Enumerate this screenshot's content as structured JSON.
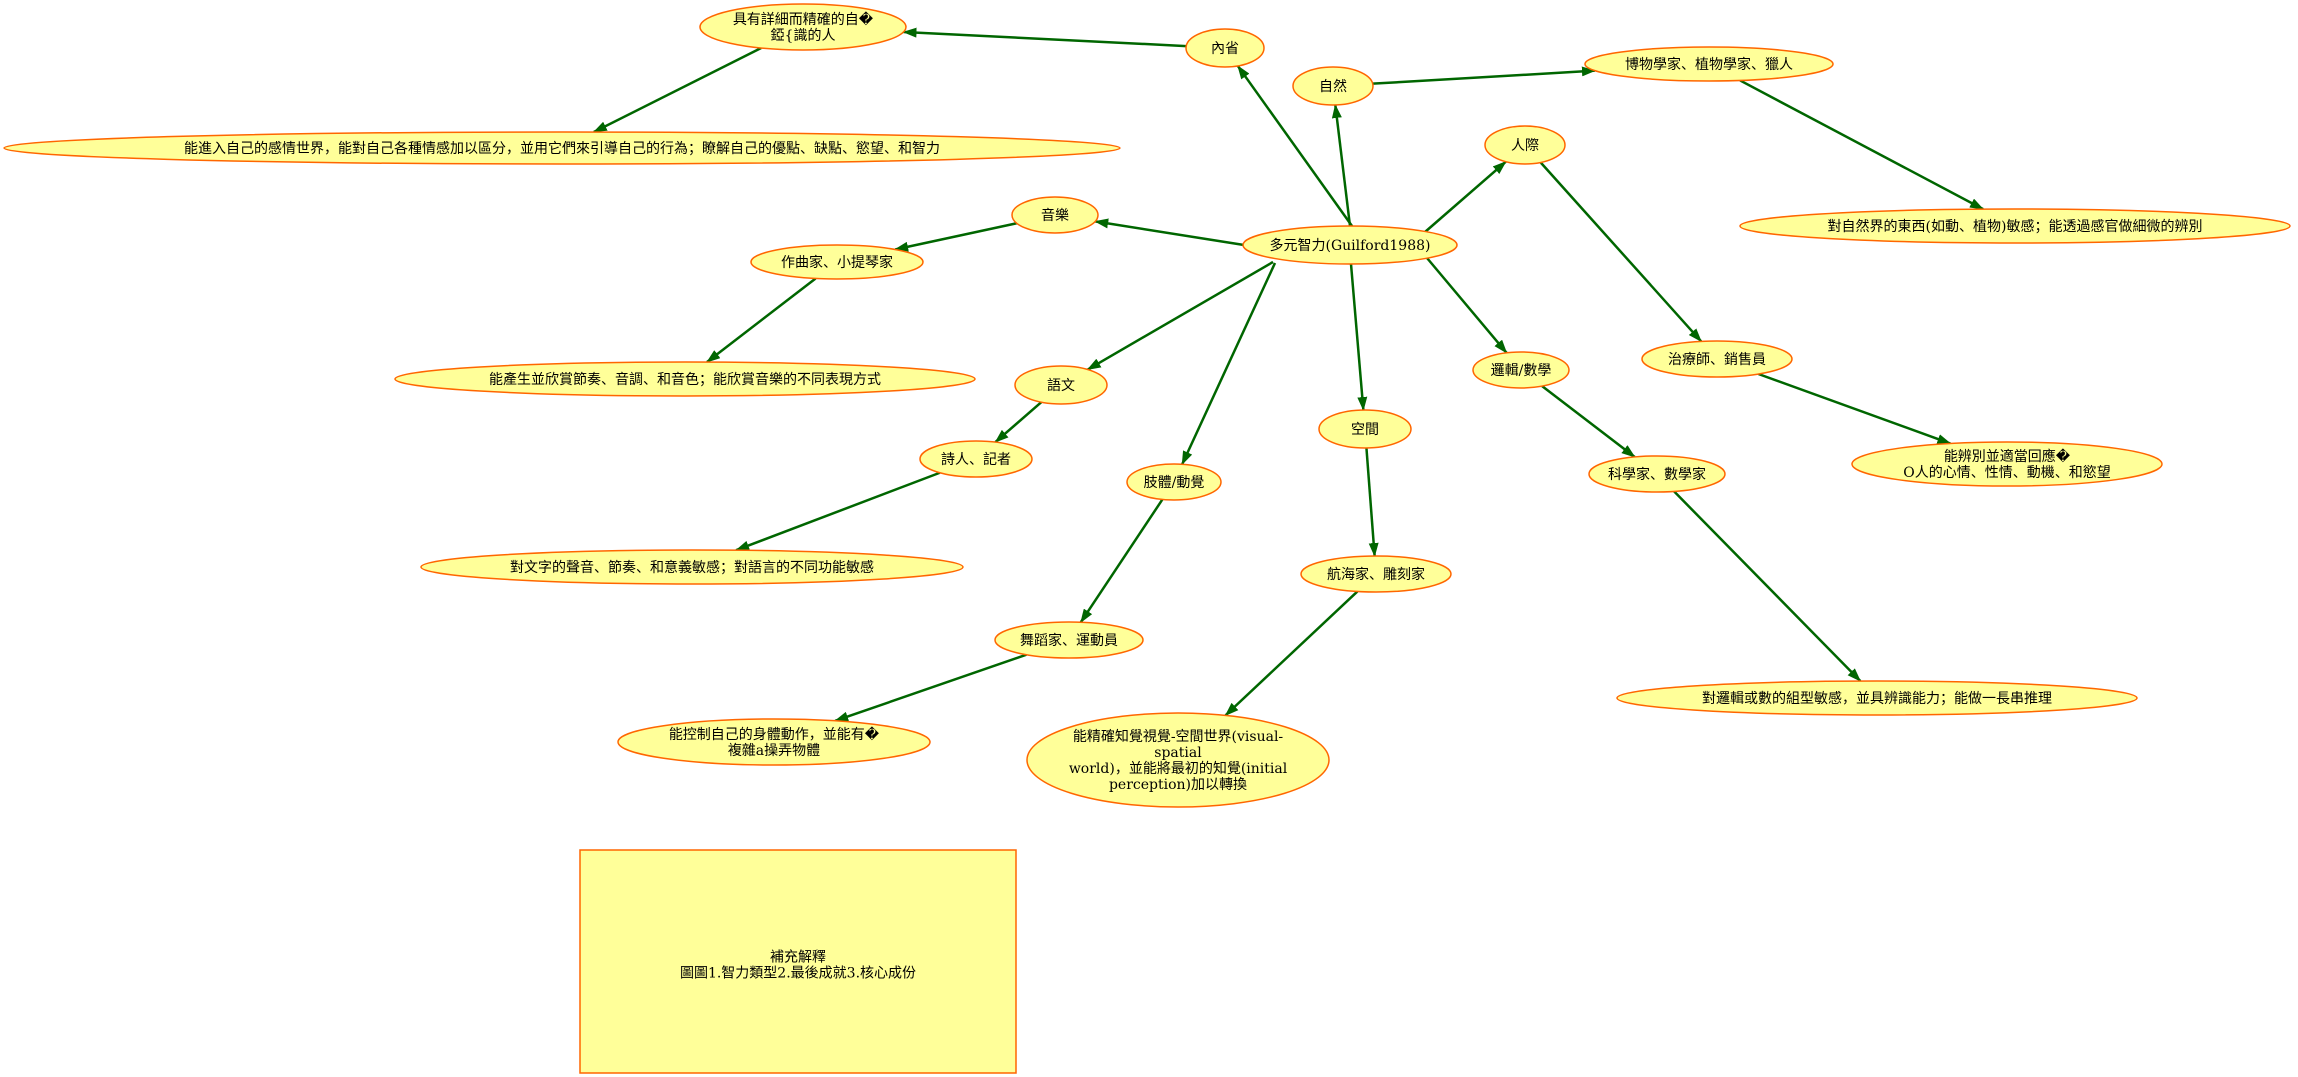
{
  "colors": {
    "node_fill": "#ffff99",
    "node_stroke": "#ff6600",
    "edge": "#006600"
  },
  "nodes": {
    "root": {
      "lines": [
        "多元智力(Guilford1988)"
      ]
    },
    "neixing": {
      "lines": [
        "內省"
      ]
    },
    "neixing_people": {
      "lines": [
        "具有詳細而精確的自�",
        "錏{識的人"
      ]
    },
    "neixing_desc": {
      "lines": [
        "能進入自己的感情世界，能對自己各種情感加以區分，並用它們來引導自己的行為；瞭解自己的優點、缺點、慾望、和智力"
      ]
    },
    "ziran": {
      "lines": [
        "自然"
      ]
    },
    "ziran_people": {
      "lines": [
        "博物學家、植物學家、獵人"
      ]
    },
    "ziran_desc": {
      "lines": [
        "對自然界的東西(如動、植物)敏感；能透過感官做細微的辨別"
      ]
    },
    "renji": {
      "lines": [
        "人際"
      ]
    },
    "renji_people": {
      "lines": [
        "治療師、銷售員"
      ]
    },
    "renji_desc": {
      "lines": [
        "能辨別並適當回應�",
        "O人的心情、性情、動機、和慾望"
      ]
    },
    "yinyue": {
      "lines": [
        "音樂"
      ]
    },
    "yinyue_people": {
      "lines": [
        "作曲家、小提琴家"
      ]
    },
    "yinyue_desc": {
      "lines": [
        "能產生並欣賞節奏、音調、和音色；能欣賞音樂的不同表現方式"
      ]
    },
    "yuwen": {
      "lines": [
        "語文"
      ]
    },
    "yuwen_people": {
      "lines": [
        "詩人、記者"
      ]
    },
    "yuwen_desc": {
      "lines": [
        "對文字的聲音、節奏、和意義敏感；對語言的不同功能敏感"
      ]
    },
    "zhiti": {
      "lines": [
        "肢體/動覺"
      ]
    },
    "zhiti_people": {
      "lines": [
        "舞蹈家、運動員"
      ]
    },
    "zhiti_desc": {
      "lines": [
        "能控制自己的身體動作，並能有�",
        "複雜a操弄物體"
      ]
    },
    "kongjian": {
      "lines": [
        "空間"
      ]
    },
    "kongjian_people": {
      "lines": [
        "航海家、雕刻家"
      ]
    },
    "kongjian_desc": {
      "lines": [
        "能精確知覺視覺-空間世界(visual-",
        "spatial",
        "world)，並能將最初的知覺(initial",
        "perception)加以轉換"
      ]
    },
    "luoji": {
      "lines": [
        "邏輯/數學"
      ]
    },
    "luoji_people": {
      "lines": [
        "科學家、數學家"
      ]
    },
    "luoji_desc": {
      "lines": [
        "對邏輯或數的組型敏感，並具辨識能力；能做一長串推理"
      ]
    },
    "note": {
      "lines": [
        "補充解釋",
        "圖圖1.智力類型2.最後成就3.核心成份"
      ]
    }
  }
}
